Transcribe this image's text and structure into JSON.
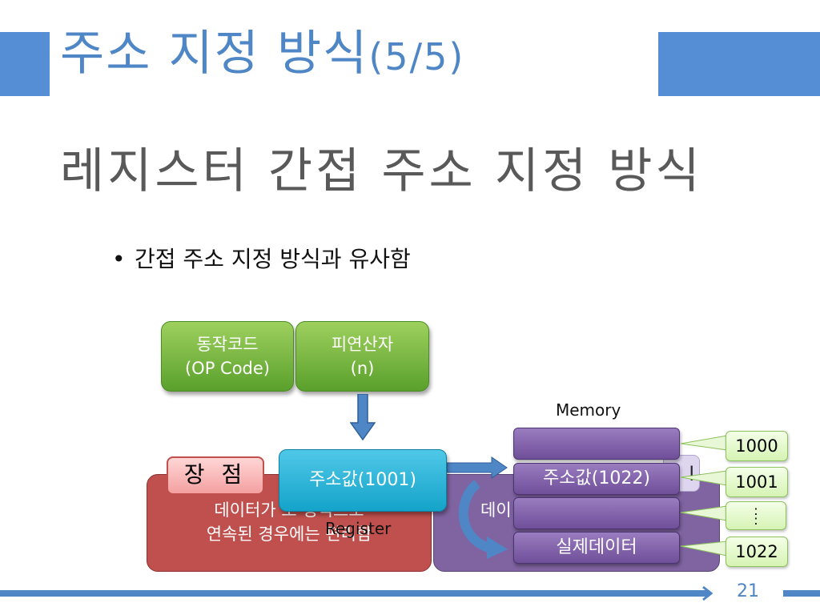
{
  "title": {
    "main": "주소 지정 방식",
    "paren": "(5/5)"
  },
  "subtitle": "레지스터 간접 주소 지정 방식",
  "bullet": "간접 주소 지정 방식과 유사함",
  "instruction": {
    "opcode": {
      "line1": "동작코드",
      "line2": "(OP Code)"
    },
    "operand": {
      "line1": "피연산자",
      "line2": "(n)"
    }
  },
  "memory_label": "Memory",
  "advantage": {
    "badge": "장 점",
    "line1": "데이터가 보 형식으로",
    "line2": "연속된 경우에는 편리함"
  },
  "disadvantage": {
    "line1": "데이",
    "chip": "l"
  },
  "register": {
    "value": "주소값(1001)",
    "label": "Register"
  },
  "memory_cells": [
    "",
    "주소값(1022)",
    "",
    "실제데이터"
  ],
  "addresses": [
    "1000",
    "1001",
    ":",
    "1022"
  ],
  "page_number": "21",
  "colors": {
    "title": "#4f86c6",
    "advantage_panel": "#c0504d",
    "memory_panel": "#8064a2",
    "register": "#1fb0d6",
    "instruction": "#7cbd42"
  }
}
